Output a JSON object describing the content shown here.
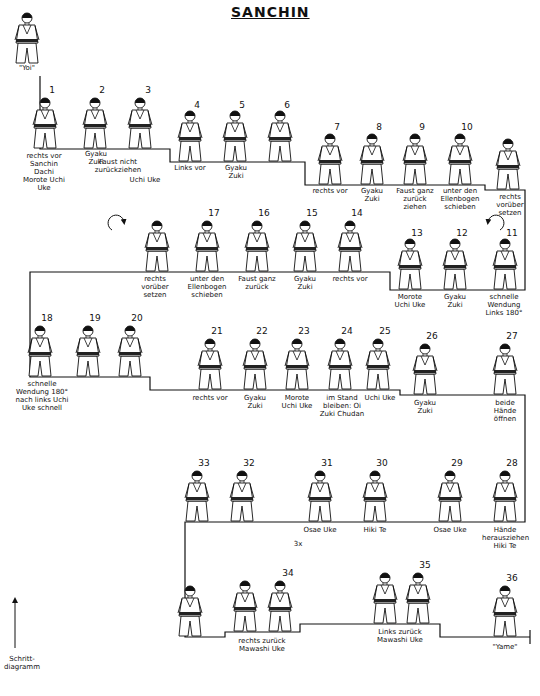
{
  "diagram": {
    "title": "SANCHIN",
    "labels": [
      "\"Yoi\"",
      "1",
      "rechts vor Sanchin Dachi Morote Uchi Uke",
      "2",
      "Gyaku Zuki",
      "Faust nicht zurückziehen",
      "Uchi Uke",
      "3",
      "4",
      "Links vor",
      "5",
      "Gyaku Zuki",
      "6",
      "7",
      "rechts vor",
      "8",
      "Gyaku Zuki",
      "9",
      "Faust ganz zurück ziehen",
      "10",
      "unter den Ellenbogen schieben",
      "rechts vorüber setzen",
      "11",
      "schnelle Wendung Links 180°",
      "12",
      "Gyaku Zuki",
      "13",
      "Morote Uchi Uke",
      "14",
      "rechts vor",
      "15",
      "Gyaku Zuki",
      "16",
      "Faust ganz zurück",
      "17",
      "unter den Ellenbogen schieben",
      "rechts vorüber setzen",
      "18",
      "schnelle Wendung 180° nach links Uchi Uke schnell",
      "19",
      "20",
      "21",
      "rechts vor",
      "22",
      "Gyaku Zuki",
      "23",
      "Morote Uchi Uke",
      "24",
      "im Stand bleiben: Oi Zuki Chudan",
      "25",
      "Uchi Uke",
      "26",
      "Gyaku Zuki",
      "27",
      "beide Hände öffnen",
      "28",
      "Hände herausziehen Hiki Te",
      "29",
      "Osae Uke",
      "30",
      "Hiki Te",
      "31",
      "Osae Uke",
      "3x",
      "32",
      "33",
      "34",
      "rechts zurück Mawashi Uke",
      "35",
      "Links zurück Mawashi Uke",
      "36",
      "\"Yame\"",
      "Schritt-diagramm"
    ]
  }
}
